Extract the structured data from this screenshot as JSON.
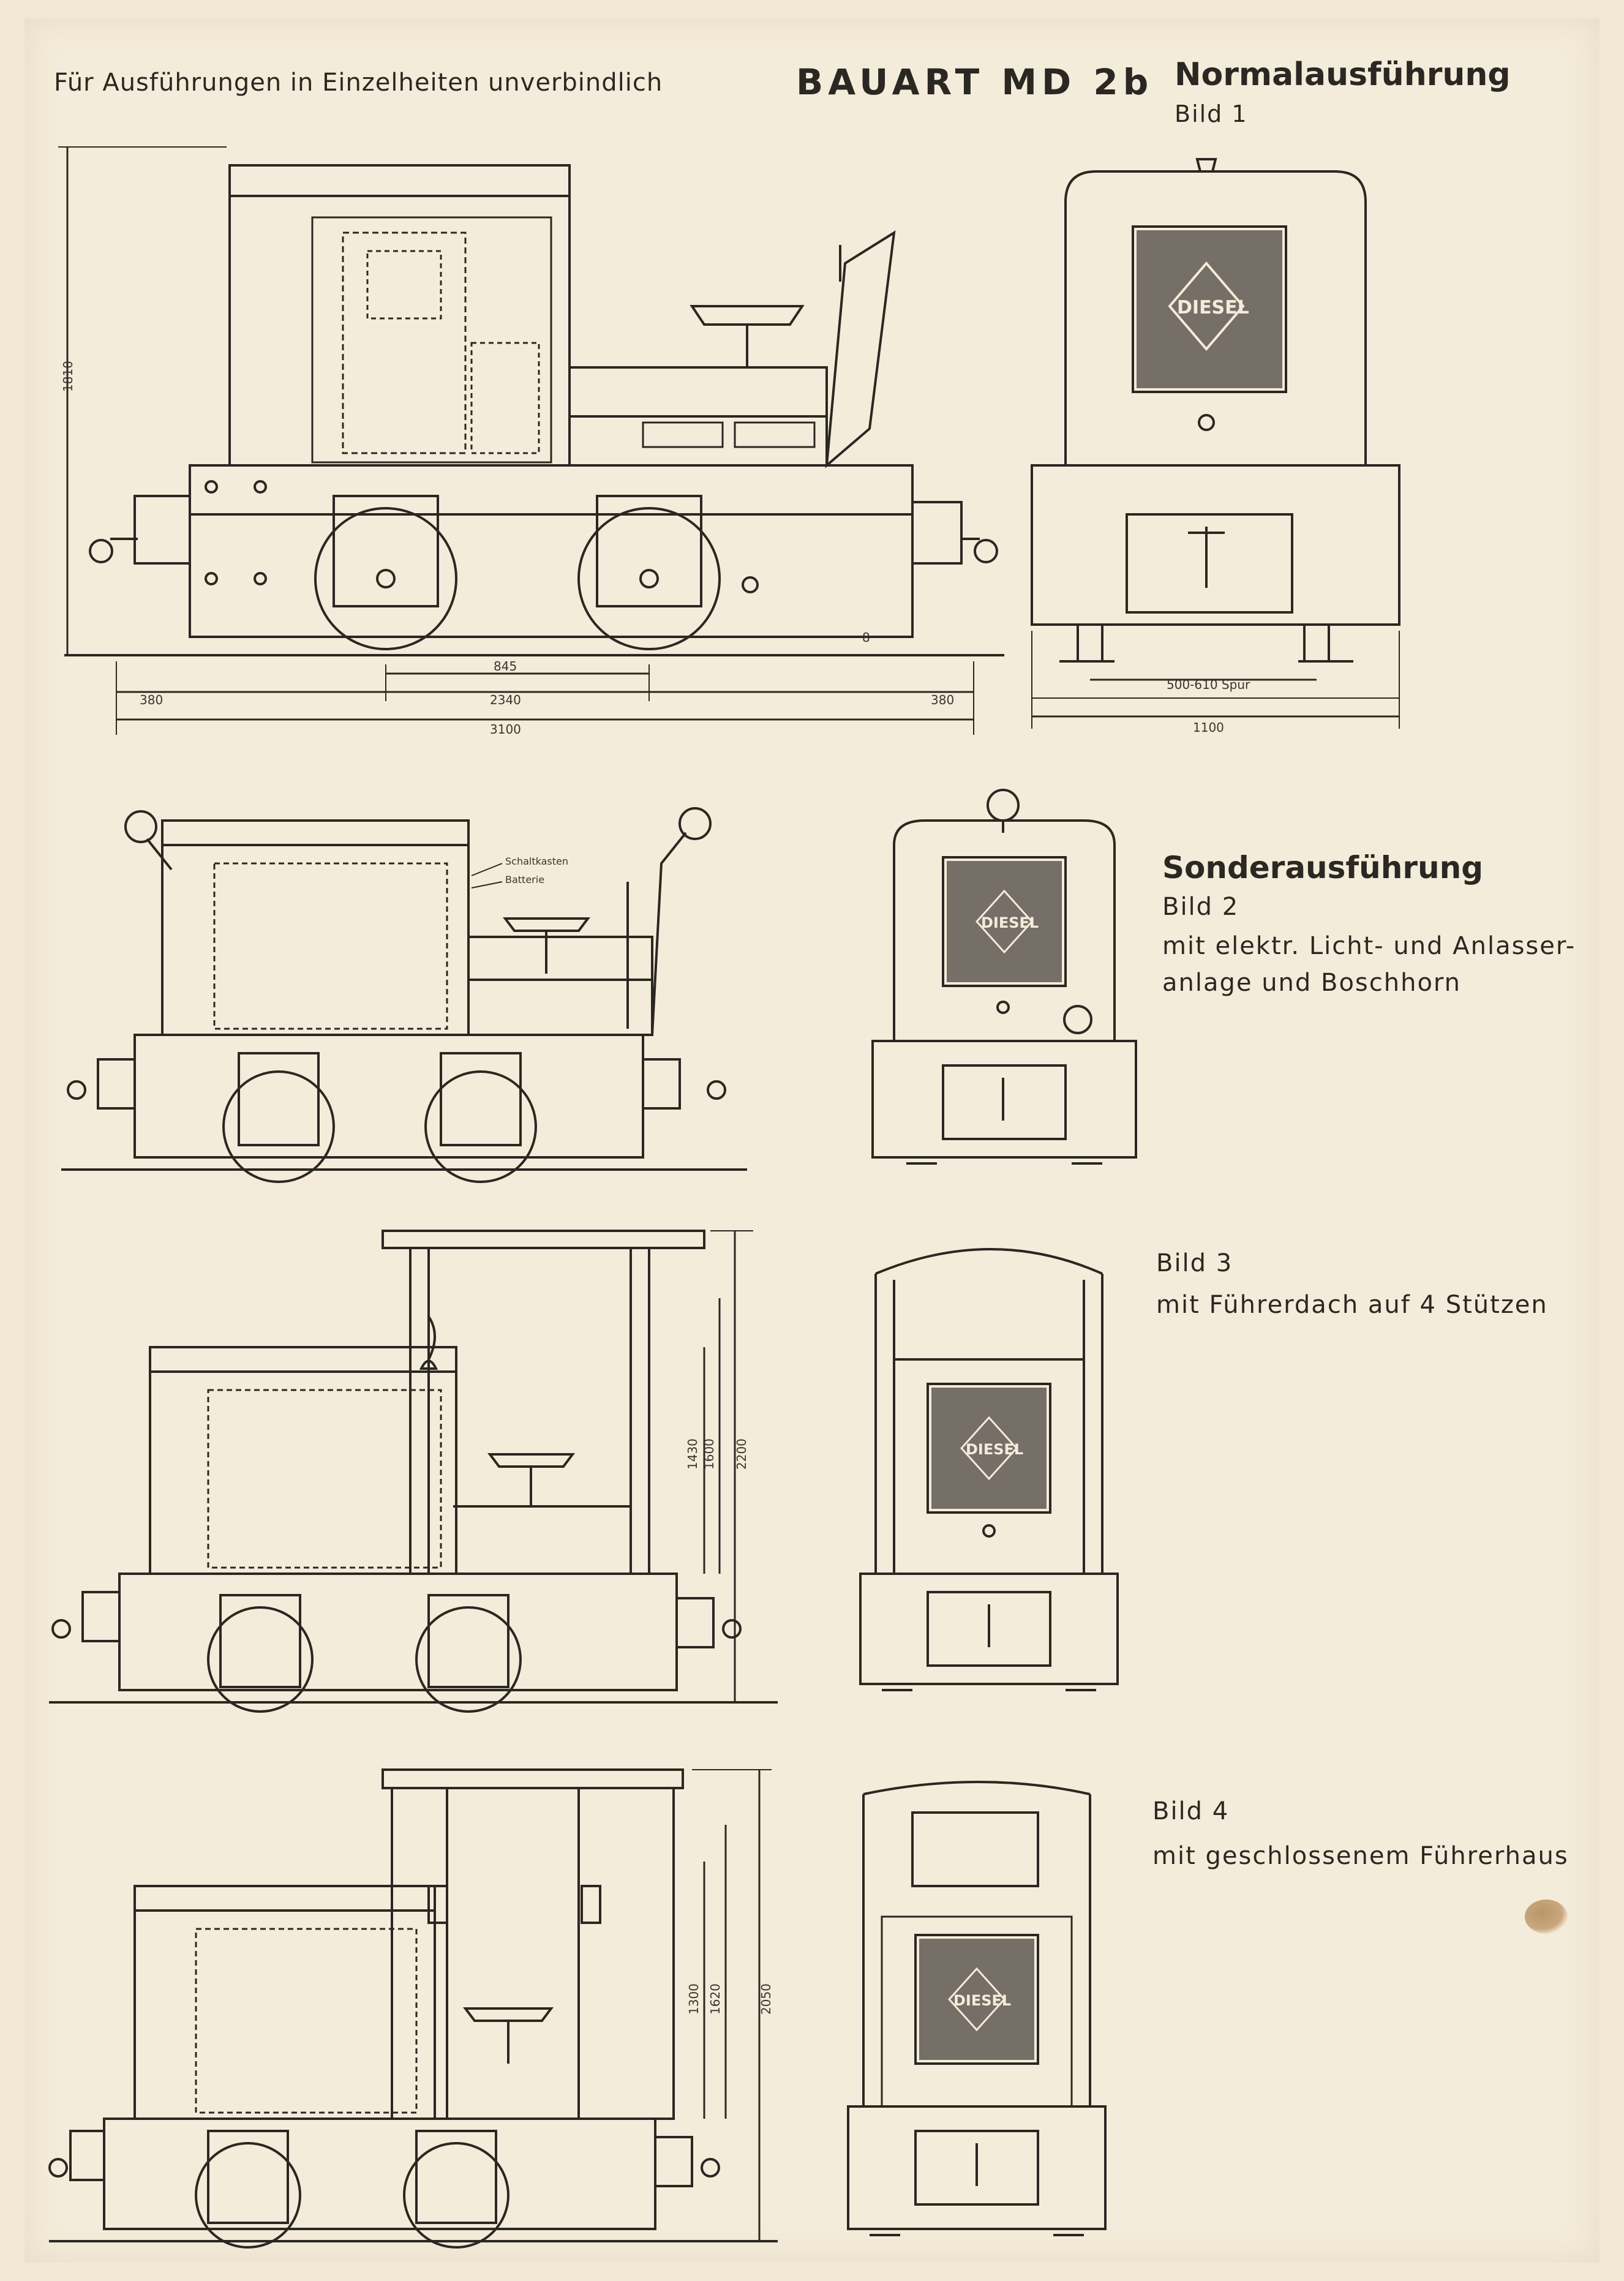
{
  "header": {
    "note": "Für Ausführungen in Einzelheiten unverbindlich",
    "model": "BAUART MD 2b"
  },
  "bild1": {
    "title": "Normalausführung",
    "label": "Bild 1",
    "dims": {
      "height": "1810",
      "wheelbase": "845",
      "overhang_left": "380",
      "axle_span": "2340",
      "overhang_right": "380",
      "total_length": "3100",
      "gauge": "500-610 Spur",
      "width": "1100",
      "clearance": "8"
    }
  },
  "bild2": {
    "title": "Sonderausführung",
    "label": "Bild 2",
    "line1": "mit elektr. Licht- und Anlasser-",
    "line2": "anlage und Boschhorn",
    "callout1": "Schaltkasten",
    "callout2": "Batterie"
  },
  "bild3": {
    "label": "Bild 3",
    "line1": "mit Führerdach auf 4 Stützen",
    "dims": [
      "1430",
      "1600",
      "2200"
    ]
  },
  "bild4": {
    "label": "Bild 4",
    "line1": "mit geschlossenem Führerhaus",
    "dims": [
      "1300",
      "1620",
      "2050"
    ]
  },
  "logo_text": "DIESEL",
  "colors": {
    "ink": "#2b2722",
    "paper": "#f4ecda",
    "screen": "#5e5952"
  }
}
